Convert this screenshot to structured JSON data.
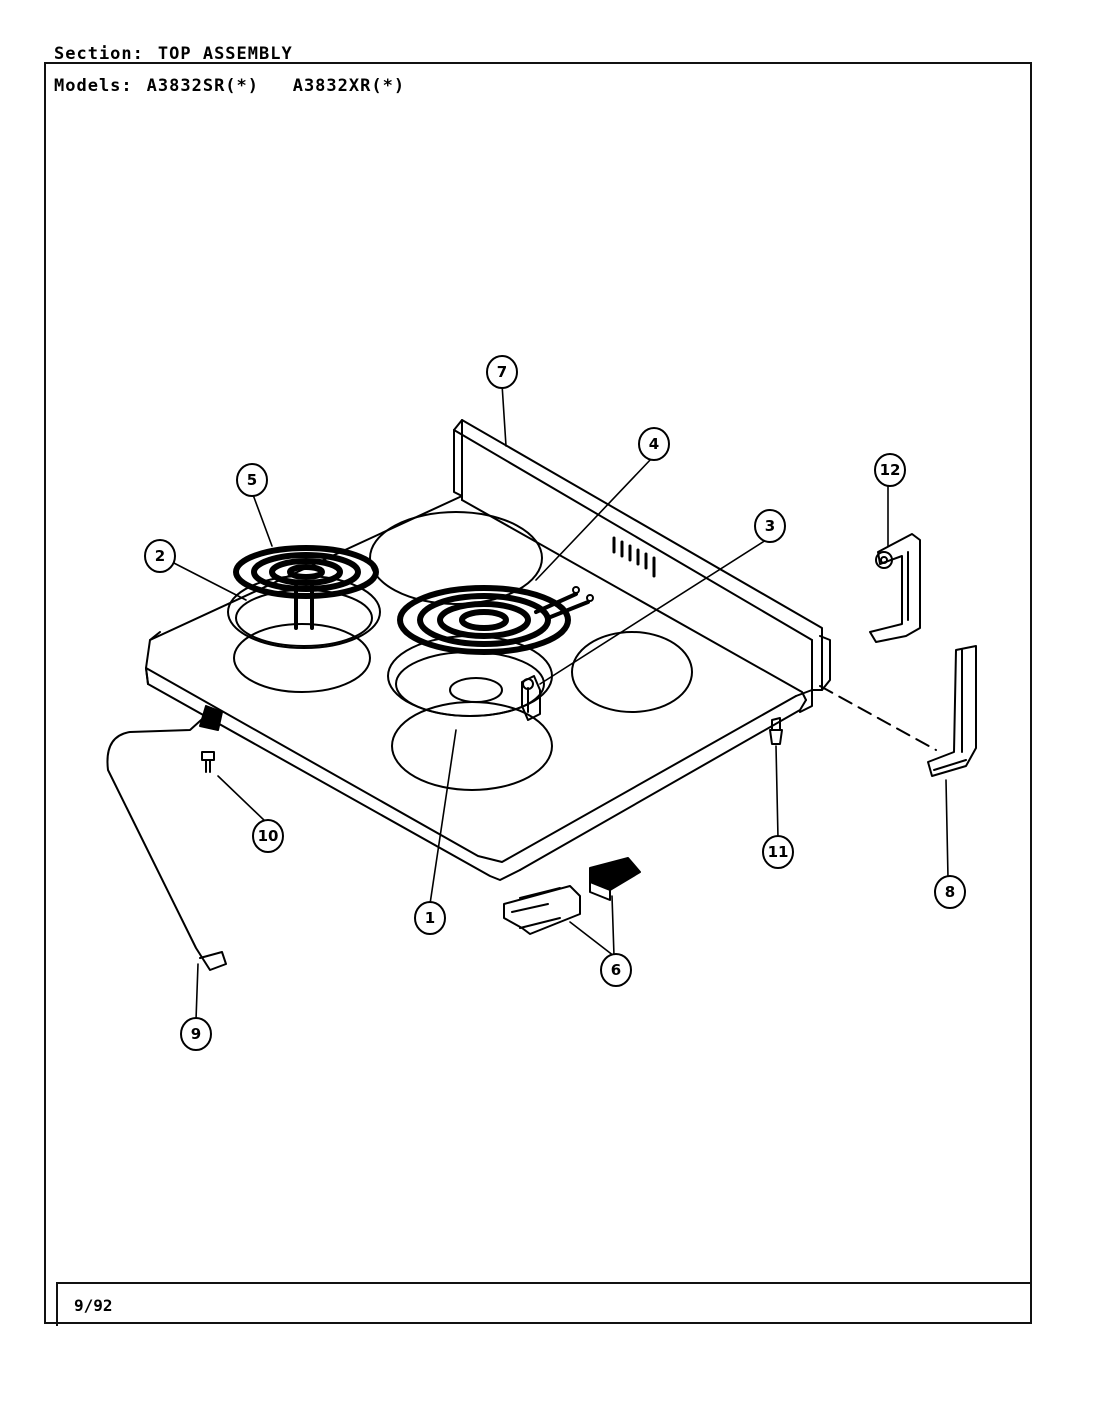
{
  "header": {
    "section_label": "Section:",
    "section_value": "TOP ASSEMBLY",
    "models_label": "Models:",
    "models_value": "A3832SR(*)   A3832XR(*)"
  },
  "footer": {
    "date": "9/92"
  },
  "callouts": [
    "1",
    "2",
    "3",
    "4",
    "5",
    "6",
    "7",
    "8",
    "9",
    "10",
    "11",
    "12"
  ]
}
